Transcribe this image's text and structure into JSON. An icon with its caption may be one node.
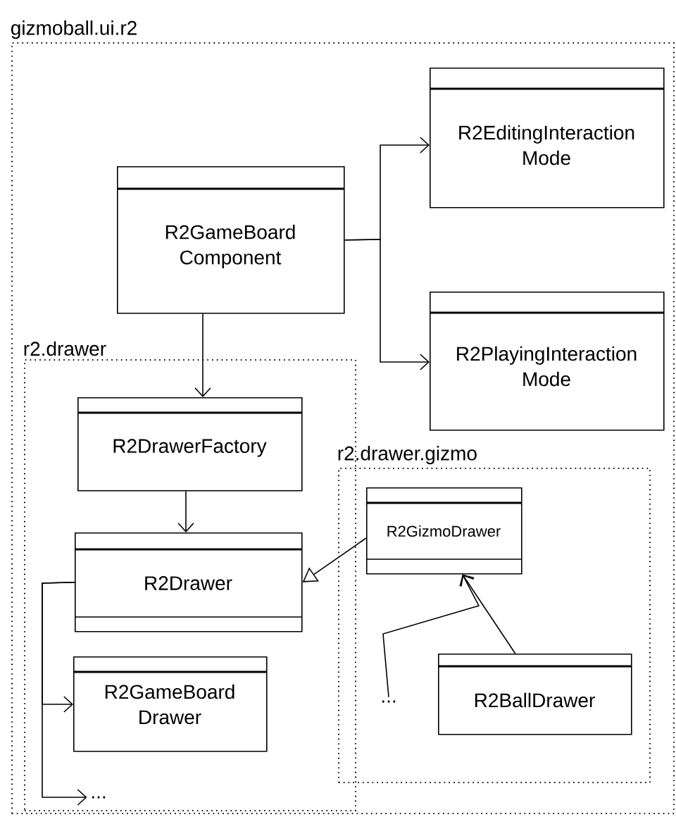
{
  "diagram": {
    "nodes": [
      {
        "text": [
          "gizmoball.ui.r2"
        ]
      },
      {
        "text": [
          "R2GameBoard Component"
        ],
        "in": 0
      },
      {
        "text": [
          "R2EditingInteraction Mode"
        ],
        "in": 0
      },
      {
        "text": [
          "R2PlayingInteraction Mode"
        ],
        "in": 0
      },
      {
        "text": [
          "r2.drawer"
        ],
        "in": 0
      },
      {
        "text": [
          "R2DrawerFactory"
        ],
        "in": 4
      },
      {
        "text": [
          "R2Drawer"
        ],
        "in": 4
      },
      {
        "text": [
          "R2GameBoard Drawer"
        ],
        "in": 4
      },
      {
        "text": [
          "..."
        ],
        "in": 4
      },
      {
        "text": [
          "r2.drawer.gizmo"
        ],
        "in": 0
      },
      {
        "text": [
          "R2GizmoDrawer"
        ],
        "in": 9
      },
      {
        "text": [
          "..."
        ],
        "in": 9
      },
      {
        "text": [
          "R2BallDrawer"
        ],
        "in": 9
      }
    ],
    "edges": [
      {
        "from": 1,
        "to": 2,
        "arrow": "to"
      },
      {
        "from": 1,
        "to": 3,
        "arrow": "to"
      },
      {
        "from": 1,
        "to": 5,
        "arrow": "to"
      },
      {
        "from": 5,
        "to": 6,
        "arrow": "to"
      },
      {
        "from": 10,
        "to": 6,
        "arrow": "to"
      },
      {
        "from": 12,
        "to": 10,
        "arrow": "to"
      },
      {
        "from": 11,
        "to": 10,
        "arrow": "to"
      },
      {
        "from": 6,
        "to": 7,
        "arrow": "to"
      },
      {
        "from": 6,
        "to": 8,
        "arrow": "to"
      }
    ]
  }
}
